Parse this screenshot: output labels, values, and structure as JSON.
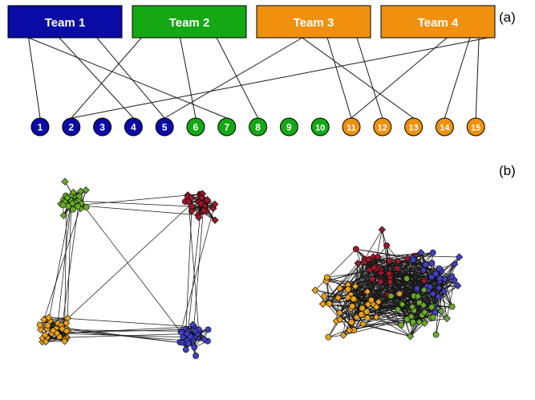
{
  "panel_labels": {
    "a": "(a)",
    "b": "(b)"
  },
  "colors": {
    "blue": "#0a0aa5",
    "green": "#14a814",
    "orange": "#f0900e",
    "node_blue": "#4040c0",
    "node_green": "#6aaa2a",
    "node_orange": "#e8a020",
    "node_red": "#9a1a2a",
    "edge": "#1a1a1a",
    "white": "#ffffff"
  },
  "teams": [
    {
      "label": "Team 1",
      "color": "blue"
    },
    {
      "label": "Team 2",
      "color": "green"
    },
    {
      "label": "Team 3",
      "color": "orange"
    },
    {
      "label": "Team 4",
      "color": "orange"
    }
  ],
  "members": [
    {
      "label": "1",
      "color": "blue",
      "team": 1
    },
    {
      "label": "2",
      "color": "blue",
      "team": 1
    },
    {
      "label": "3",
      "color": "blue",
      "team": 1
    },
    {
      "label": "4",
      "color": "blue",
      "team": 1
    },
    {
      "label": "5",
      "color": "blue",
      "team": 1
    },
    {
      "label": "6",
      "color": "green",
      "team": 2
    },
    {
      "label": "7",
      "color": "green",
      "team": 2
    },
    {
      "label": "8",
      "color": "green",
      "team": 2
    },
    {
      "label": "9",
      "color": "green",
      "team": 2
    },
    {
      "label": "10",
      "color": "green",
      "team": 2
    },
    {
      "label": "11",
      "color": "orange",
      "team": 3
    },
    {
      "label": "12",
      "color": "orange",
      "team": 3
    },
    {
      "label": "13",
      "color": "orange",
      "team": 3
    },
    {
      "label": "14",
      "color": "orange",
      "team": 4
    },
    {
      "label": "15",
      "color": "orange",
      "team": 4
    }
  ],
  "links": [
    [
      1,
      1
    ],
    [
      1,
      4
    ],
    [
      1,
      5
    ],
    [
      2,
      2
    ],
    [
      2,
      6
    ],
    [
      2,
      8
    ],
    [
      3,
      5
    ],
    [
      3,
      11
    ],
    [
      3,
      12
    ],
    [
      3,
      13
    ],
    [
      4,
      11
    ],
    [
      4,
      14
    ],
    [
      4,
      15
    ],
    [
      4,
      2
    ],
    [
      1,
      7
    ]
  ],
  "networks": [
    {
      "name": "clustered",
      "communities": [
        {
          "color": "node_green",
          "count": 32
        },
        {
          "color": "node_red",
          "count": 30
        },
        {
          "color": "node_orange",
          "count": 34
        },
        {
          "color": "node_blue",
          "count": 36
        }
      ]
    },
    {
      "name": "mixed",
      "communities": [
        {
          "color": "node_red",
          "count": 30
        },
        {
          "color": "node_blue",
          "count": 36
        },
        {
          "color": "node_orange",
          "count": 42
        },
        {
          "color": "node_green",
          "count": 32
        }
      ]
    }
  ]
}
